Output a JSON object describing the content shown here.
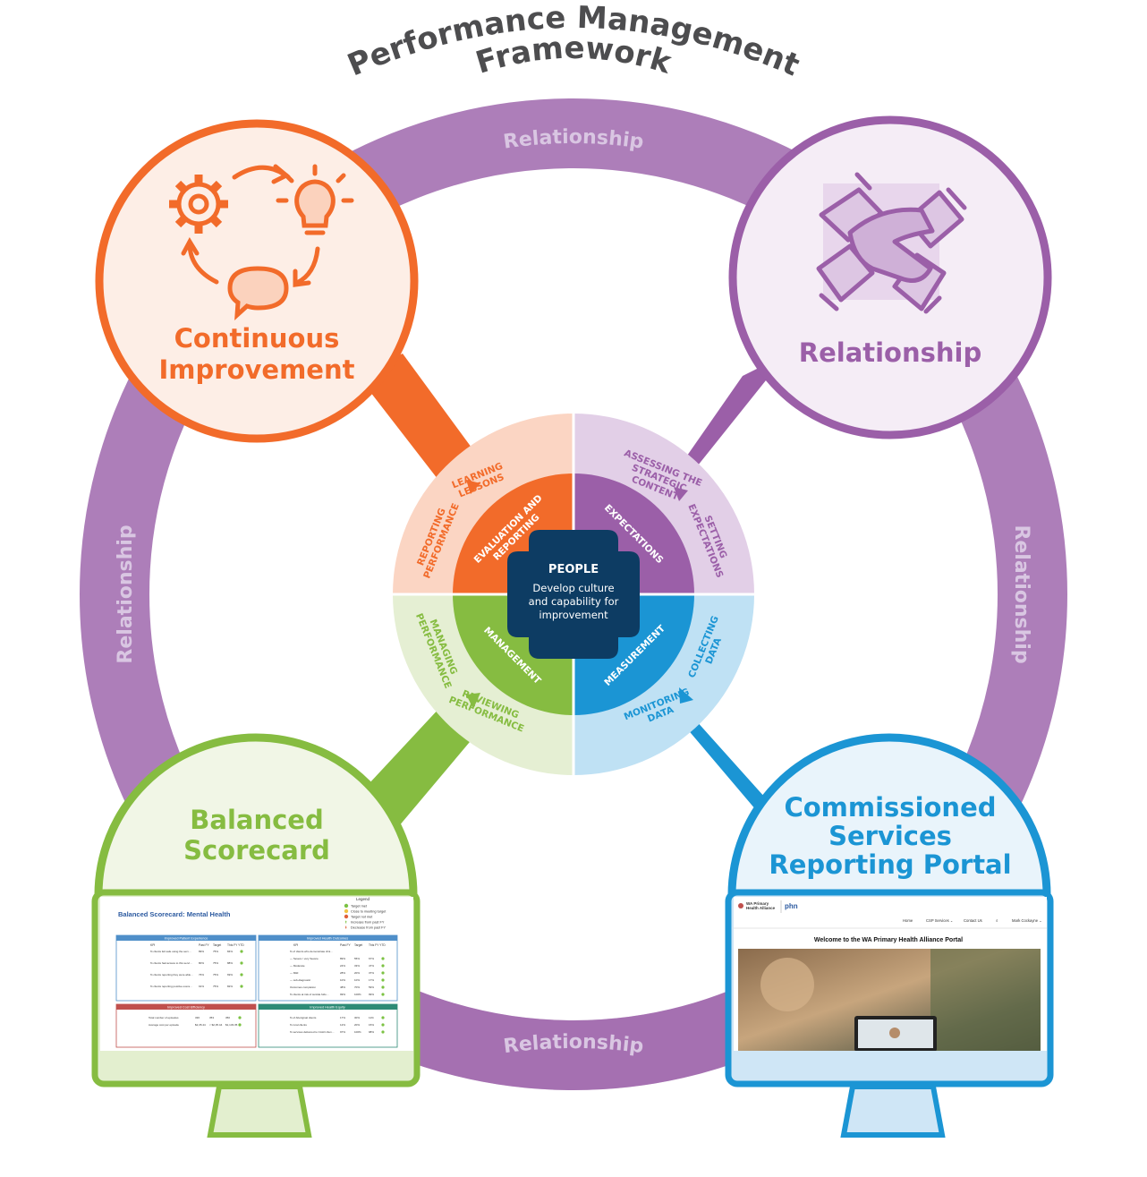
{
  "title": {
    "line1": "Performance Management",
    "line2": "Framework"
  },
  "ring": {
    "label": "Relationship",
    "color": "#9b5fa8"
  },
  "nodes": {
    "continuous_improvement": {
      "line1": "Continuous",
      "line2": "Improvement",
      "color": "#f26b2a",
      "fill": "#fdeee6"
    },
    "relationship": {
      "label": "Relationship",
      "color": "#9b5fa8",
      "fill": "#f5edf6"
    },
    "balanced_scorecard": {
      "line1": "Balanced",
      "line2": "Scorecard",
      "color": "#86bc41",
      "fill": "#f1f6e6"
    },
    "portal": {
      "line1": "Commissioned",
      "line2": "Services",
      "line3": "Reporting Portal",
      "color": "#1b95d4",
      "fill": "#e9f4fb"
    }
  },
  "wheel": {
    "center": {
      "title": "PEOPLE",
      "line1": "Develop culture",
      "line2": "and capability for",
      "line3": "improvement",
      "color": "#0d3c63"
    },
    "inner": {
      "evaluation_line1": "EVALUATION AND",
      "evaluation_line2": "REPORTING",
      "expectations": "EXPECTATIONS",
      "measurement": "MEASUREMENT",
      "management": "MANAGEMENT"
    },
    "outer": {
      "learning": [
        "LEARNING",
        "LESSONS"
      ],
      "reporting": [
        "REPORTING",
        "PERFORMANCE"
      ],
      "assessing": [
        "ASSESSING THE",
        "STRATEGIC",
        "CONTENT"
      ],
      "setting": [
        "SETTING",
        "EXPECTATIONS"
      ],
      "collecting": [
        "COLLECTING",
        "DATA"
      ],
      "monitoring": [
        "MONITORING",
        "DATA"
      ],
      "reviewing": [
        "REVIEWING",
        "PERFORMANCE"
      ],
      "managing": [
        "MANAGING",
        "PERFORMANCE"
      ]
    }
  },
  "scorecard_screen": {
    "title": "Balanced Scorecard: Mental Health",
    "legend_title": "Legend",
    "legend": [
      "Target met",
      "Close to meeting target",
      "Target not met",
      "Increase from past FY",
      "Decrease from past FY"
    ],
    "panels": [
      "Improved Patient Experience",
      "Improved Health Outcomes",
      "Improved Cost Efficiency",
      "Improved Health Equity"
    ],
    "col_headers": [
      "KPI",
      "Past FY",
      "Target",
      "This FY YTD"
    ],
    "rows_experience": [
      {
        "kpi": "% clients felt safe using the service",
        "past": "89%",
        "target": "75%",
        "ytd": "84%"
      },
      {
        "kpi": "% clients had access to this service when they needed it",
        "past": "80%",
        "target": "75%",
        "ytd": "88%"
      },
      {
        "kpi": "% clients reporting they were able to find what they needed",
        "past": "76%",
        "target": "75%",
        "ytd": "69%"
      },
      {
        "kpi": "% clients reporting positive overall experience",
        "past": "91%",
        "target": "75%",
        "ytd": "82%"
      }
    ],
    "rows_outcomes": [
      {
        "kpi": "% of clients who demonstrate clinical improvement",
        "past": "",
        "target": "",
        "ytd": ""
      },
      {
        "kpi": "— Severe / very Severe",
        "past": "89%",
        "target": "55%",
        "ytd": "67%"
      },
      {
        "kpi": "— Moderate",
        "past": "24%",
        "target": "33%",
        "ytd": "47%"
      },
      {
        "kpi": "— Mild",
        "past": "28%",
        "target": "20%",
        "ytd": "37%"
      },
      {
        "kpi": "— sub-diagnostic",
        "past": "10%",
        "target": "10%",
        "ytd": "17%"
      },
      {
        "kpi": "Outcomes completion",
        "past": "48%",
        "target": "70%",
        "ytd": "59%"
      },
      {
        "kpi": "% clients at risk of suicide followed up within 7 days of referral",
        "past": "99%",
        "target": "100%",
        "ytd": "99%"
      }
    ],
    "rows_cost": [
      {
        "kpi": "Total number of episodes",
        "past": "336",
        "target": "353",
        "ytd": "350"
      },
      {
        "kpi": "Average cost per episode",
        "past": "$2,35.44",
        "target": "< $2,35.44",
        "ytd": "$1,133.35"
      }
    ],
    "rows_equity": [
      {
        "kpi": "% of Aboriginal clients",
        "past": "17%",
        "target": "30%",
        "ytd": "11%"
      },
      {
        "kpi": "% rural clients",
        "past": "12%",
        "target": "20%",
        "ytd": "15%"
      },
      {
        "kpi": "% services delivered to CALD clients being culturally appropriate",
        "past": "97%",
        "target": "100%",
        "ytd": "98%"
      }
    ]
  },
  "portal_screen": {
    "brand_line1": "WA Primary",
    "brand_line2": "Health Alliance",
    "phn": "phn",
    "nav": [
      "Home",
      "CSP Services ⌄",
      "Contact Us",
      "Mark Cockayne ⌄"
    ],
    "welcome": "Welcome to the WA Primary Health Alliance Portal"
  }
}
